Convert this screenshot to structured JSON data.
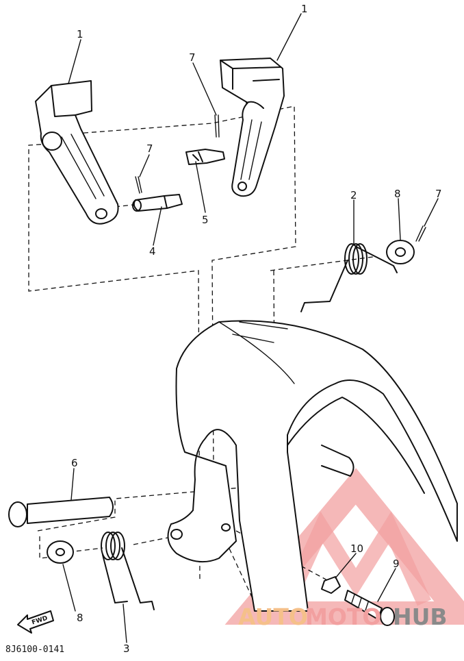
{
  "labels": {
    "part_1a": "1",
    "part_1b": "1",
    "part_2": "2",
    "part_3": "3",
    "part_4": "4",
    "part_5": "5",
    "part_6": "6",
    "part_7a": "7",
    "part_7b": "7",
    "part_7c": "7",
    "part_8a": "8",
    "part_8b": "8",
    "part_9": "9",
    "part_10": "10"
  },
  "drawing_code": "8J6100-0141",
  "fwd_label": "FWD",
  "watermark": {
    "text_auto": "AUTO",
    "text_moto": "MOTO",
    "text_hub": "HUB",
    "color_primary": "#f2a0a0",
    "color_auto": "#f5c08a",
    "color_hub": "#8a8a8a"
  }
}
